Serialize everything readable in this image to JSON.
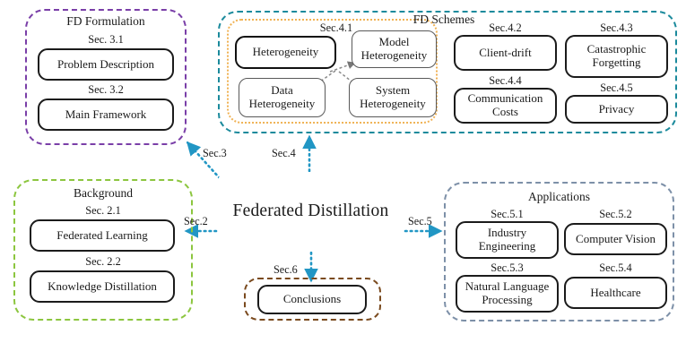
{
  "figure": {
    "center_node": {
      "label": "Federated Distillation",
      "border_color": "#2196c4"
    },
    "panels": {
      "fd_formulation": {
        "title": "FD Formulation",
        "border_color": "#7a3fa8",
        "items": [
          {
            "sec": "Sec. 3.1",
            "label": "Problem Description"
          },
          {
            "sec": "Sec. 3.2",
            "label": "Main Framework"
          }
        ]
      },
      "background": {
        "title": "Background",
        "border_color": "#8cc63f",
        "items": [
          {
            "sec": "Sec. 2.1",
            "label": "Federated Learning"
          },
          {
            "sec": "Sec. 2.2",
            "label": "Knowledge Distillation"
          }
        ]
      },
      "fd_schemes": {
        "title": "FD Schemes",
        "border_color": "#1b8a9c",
        "inner_border_color": "#f0b254",
        "heterogeneity_group": {
          "sec": "Sec.4.1",
          "root": {
            "label": "Heterogeneity"
          },
          "children": [
            {
              "label": "Model Heterogeneity"
            },
            {
              "label": "Data Heterogeneity"
            },
            {
              "label": "System Heterogeneity"
            }
          ]
        },
        "items": [
          {
            "sec": "Sec.4.2",
            "label": "Client-drift"
          },
          {
            "sec": "Sec.4.3",
            "label": "Catastrophic Forgetting"
          },
          {
            "sec": "Sec.4.4",
            "label": "Communication Costs"
          },
          {
            "sec": "Sec.4.5",
            "label": "Privacy"
          }
        ]
      },
      "applications": {
        "title": "Applications",
        "border_color": "#7d90a8",
        "items": [
          {
            "sec": "Sec.5.1",
            "label": "Industry Engineering"
          },
          {
            "sec": "Sec.5.2",
            "label": "Computer Vision"
          },
          {
            "sec": "Sec.5.3",
            "label": "Natural Language Processing"
          },
          {
            "sec": "Sec.5.4",
            "label": "Healthcare"
          }
        ]
      },
      "conclusions": {
        "border_color": "#7a4a1e",
        "items": [
          {
            "label": "Conclusions"
          }
        ]
      }
    },
    "connectors": [
      {
        "label": "Sec.2",
        "direction": "left",
        "target": "background"
      },
      {
        "label": "Sec.3",
        "direction": "up-left",
        "target": "fd_formulation"
      },
      {
        "label": "Sec.4",
        "direction": "up",
        "target": "fd_schemes"
      },
      {
        "label": "Sec.5",
        "direction": "right",
        "target": "applications"
      },
      {
        "label": "Sec.6",
        "direction": "down",
        "target": "conclusions"
      }
    ],
    "connector_color": "#2196c4"
  }
}
